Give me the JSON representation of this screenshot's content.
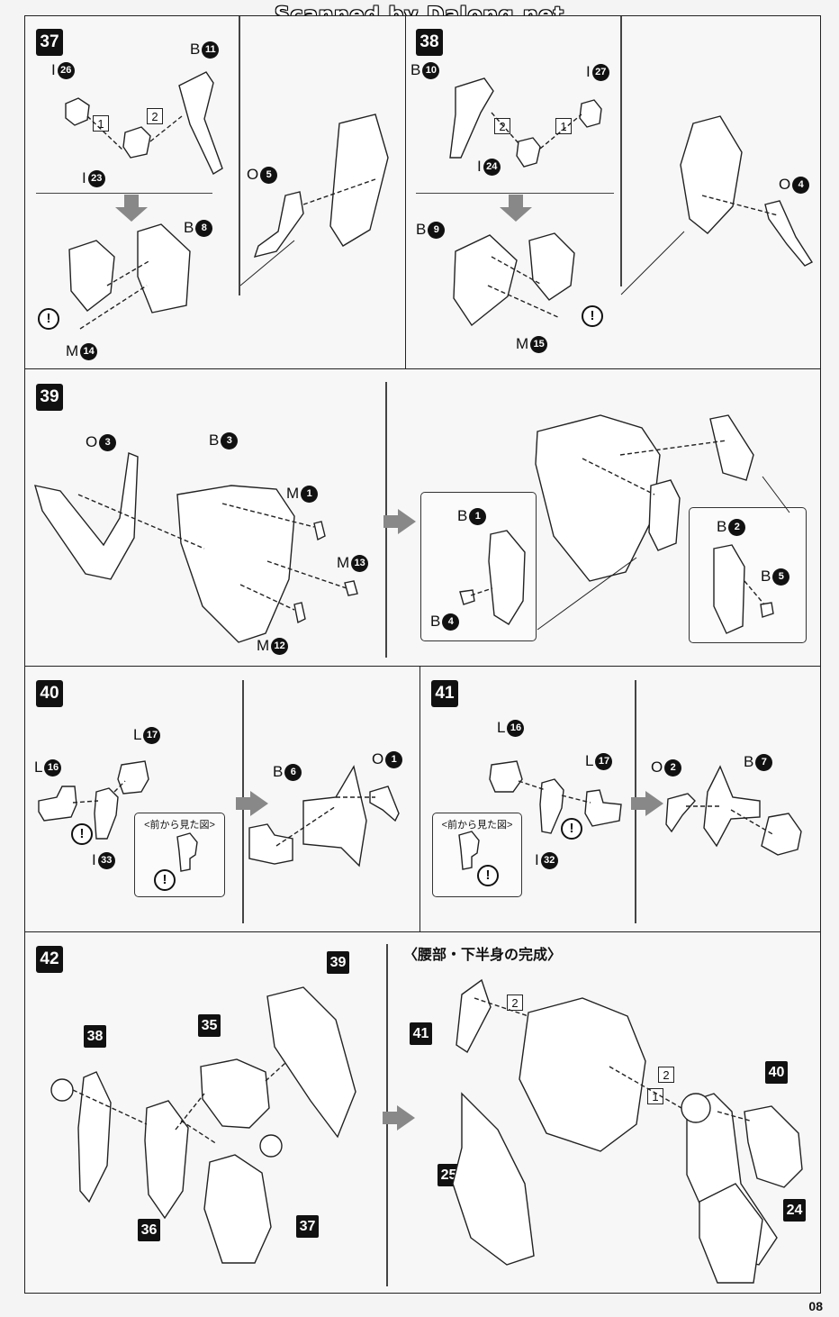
{
  "watermark": "Scanned by Dalong.net",
  "page_number": "08",
  "completion_title": "〈腰部・下半身の完成〉",
  "front_view_label": "<前から見た図>",
  "warning_mark": "!",
  "steps": {
    "s37": {
      "number": "37",
      "parts": [
        {
          "code": "I",
          "num": "26"
        },
        {
          "code": "B",
          "num": "11"
        },
        {
          "code": "I",
          "num": "23"
        },
        {
          "code": "B",
          "num": "8"
        },
        {
          "code": "M",
          "num": "14"
        },
        {
          "code": "O",
          "num": "5"
        }
      ],
      "order": [
        "1",
        "2"
      ]
    },
    "s38": {
      "number": "38",
      "parts": [
        {
          "code": "B",
          "num": "10"
        },
        {
          "code": "I",
          "num": "27"
        },
        {
          "code": "I",
          "num": "24"
        },
        {
          "code": "B",
          "num": "9"
        },
        {
          "code": "M",
          "num": "15"
        },
        {
          "code": "O",
          "num": "4"
        }
      ],
      "order": [
        "1",
        "2"
      ]
    },
    "s39": {
      "number": "39",
      "parts": [
        {
          "code": "O",
          "num": "3"
        },
        {
          "code": "B",
          "num": "3"
        },
        {
          "code": "M",
          "num": "1"
        },
        {
          "code": "M",
          "num": "13"
        },
        {
          "code": "M",
          "num": "12"
        },
        {
          "code": "B",
          "num": "1"
        },
        {
          "code": "B",
          "num": "4"
        },
        {
          "code": "B",
          "num": "2"
        },
        {
          "code": "B",
          "num": "5"
        }
      ]
    },
    "s40": {
      "number": "40",
      "parts": [
        {
          "code": "L",
          "num": "17"
        },
        {
          "code": "L",
          "num": "16"
        },
        {
          "code": "I",
          "num": "33"
        },
        {
          "code": "B",
          "num": "6"
        },
        {
          "code": "O",
          "num": "1"
        }
      ]
    },
    "s41": {
      "number": "41",
      "parts": [
        {
          "code": "L",
          "num": "16"
        },
        {
          "code": "L",
          "num": "17"
        },
        {
          "code": "I",
          "num": "32"
        },
        {
          "code": "O",
          "num": "2"
        },
        {
          "code": "B",
          "num": "7"
        }
      ]
    },
    "s42": {
      "number": "42",
      "refs": [
        "39",
        "35",
        "38",
        "36",
        "37"
      ],
      "completion_refs": [
        "41",
        "40",
        "25",
        "24"
      ],
      "order": [
        "1",
        "2",
        "2"
      ]
    }
  }
}
